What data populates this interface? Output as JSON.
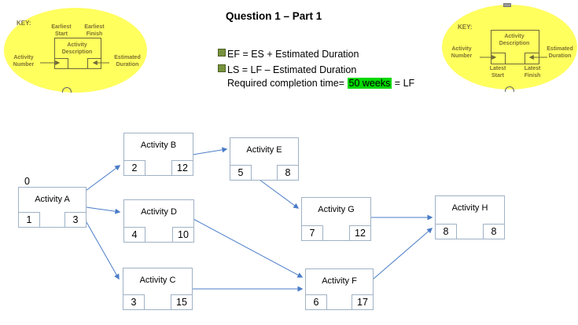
{
  "title": "Question 1 – Part 1",
  "notes": {
    "ef_formula": "EF = ES + Estimated Duration",
    "ls_formula": "LS = LF – Estimated Duration",
    "required_prefix": "Required completion time= ",
    "required_highlight": "50 weeks",
    "required_suffix": " = LF"
  },
  "key_left": {
    "label": "KEY:",
    "top_left_label": "Earliest\nStart",
    "top_right_label": "Earliest\nFinish",
    "box_label": "Activity\nDescription",
    "left_label": "Activity\nNumber",
    "right_label": "Estimated\nDuration"
  },
  "key_right": {
    "label": "KEY:",
    "box_label": "Activity\nDescription",
    "left_label": "Activity\nNumber",
    "right_label": "Estimated\nDuration",
    "bottom_left_label": "Latest\nStart",
    "bottom_right_label": "Latest\nFinish"
  },
  "activities": [
    {
      "id": "A",
      "name": "Activity A",
      "number": "1",
      "duration": "3",
      "es_label": "0"
    },
    {
      "id": "B",
      "name": "Activity B",
      "number": "2",
      "duration": "12"
    },
    {
      "id": "C",
      "name": "Activity C",
      "number": "3",
      "duration": "15"
    },
    {
      "id": "D",
      "name": "Activity D",
      "number": "4",
      "duration": "10"
    },
    {
      "id": "E",
      "name": "Activity E",
      "number": "5",
      "duration": "8"
    },
    {
      "id": "F",
      "name": "Activity F",
      "number": "6",
      "duration": "17"
    },
    {
      "id": "G",
      "name": "Activity G",
      "number": "7",
      "duration": "12"
    },
    {
      "id": "H",
      "name": "Activity H",
      "number": "8",
      "duration": "8"
    }
  ],
  "edges": [
    {
      "from": "A",
      "to": "B"
    },
    {
      "from": "A",
      "to": "D"
    },
    {
      "from": "A",
      "to": "C"
    },
    {
      "from": "B",
      "to": "E"
    },
    {
      "from": "E",
      "to": "G"
    },
    {
      "from": "D",
      "to": "F"
    },
    {
      "from": "C",
      "to": "F"
    },
    {
      "from": "G",
      "to": "H"
    },
    {
      "from": "F",
      "to": "H"
    }
  ],
  "colors": {
    "key_background": "#ffff5e",
    "key_text": "#7d7230",
    "activity_border": "#9fb1c6",
    "arrow_blue": "#4a7cc7",
    "highlight_green": "#00d800",
    "bullet_green": "#76923c"
  }
}
